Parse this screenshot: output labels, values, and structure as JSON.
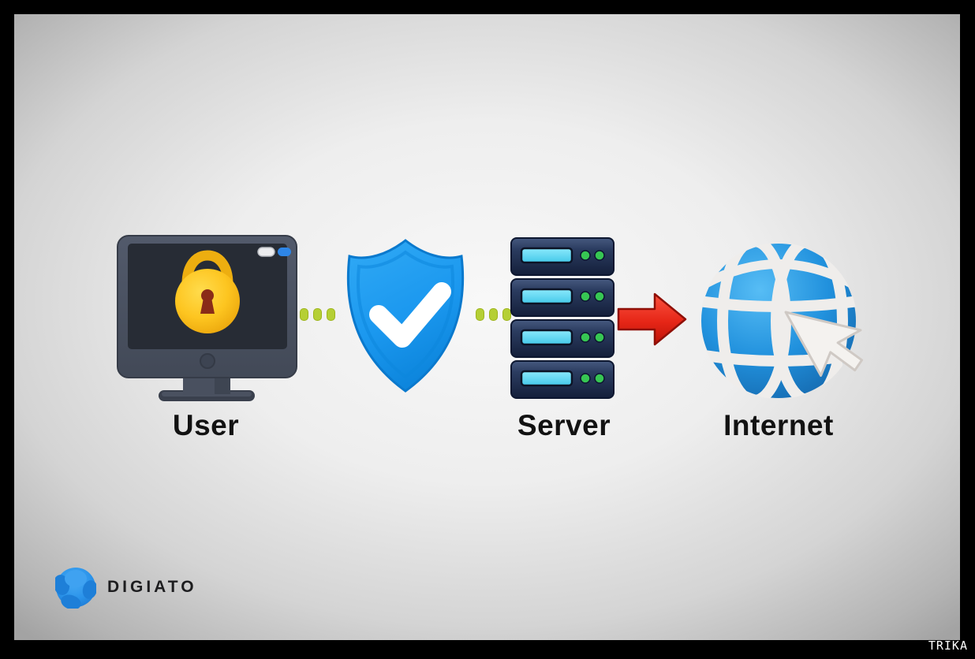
{
  "diagram": {
    "title_implied": "secure connection flow",
    "nodes": [
      {
        "id": "user",
        "label": "User",
        "icon": "monitor-lock-icon"
      },
      {
        "id": "vpn",
        "label": "",
        "icon": "shield-check-icon"
      },
      {
        "id": "server",
        "label": "Server",
        "icon": "server-rack-icon"
      },
      {
        "id": "internet",
        "label": "Internet",
        "icon": "globe-cursor-icon"
      }
    ],
    "connectors": [
      {
        "from": "user",
        "to": "vpn",
        "type": "dotted",
        "dots": 3
      },
      {
        "from": "vpn",
        "to": "server",
        "type": "dotted",
        "dots": 3
      },
      {
        "from": "server",
        "to": "internet",
        "type": "arrow",
        "direction": "right"
      }
    ],
    "server_units": 4,
    "leds_per_unit": 2
  },
  "branding": {
    "logo_text": "DIGIATO",
    "watermark": "TRIKA"
  },
  "colors": {
    "frame": "#000000",
    "background_center": "#f8f8f8",
    "background_edge": "#a3a3a3",
    "monitor_body": "#4b5364",
    "monitor_screen": "#272c35",
    "padlock": "#fdc520",
    "padlock_keyhole": "#8a2c18",
    "shield": "#1e9bf0",
    "check": "#ffffff",
    "dot_green": "#b5cf35",
    "server_navy": "#1b2a4a",
    "server_slot_cyan": "#5fd9f2",
    "server_led_green": "#37c653",
    "arrow_red": "#e62617",
    "globe_blue": "#2191dd",
    "globe_grid": "#efedeb",
    "cursor": "#f4f2ef",
    "logo_blue": "#2a93ea",
    "label_text": "#121212"
  }
}
